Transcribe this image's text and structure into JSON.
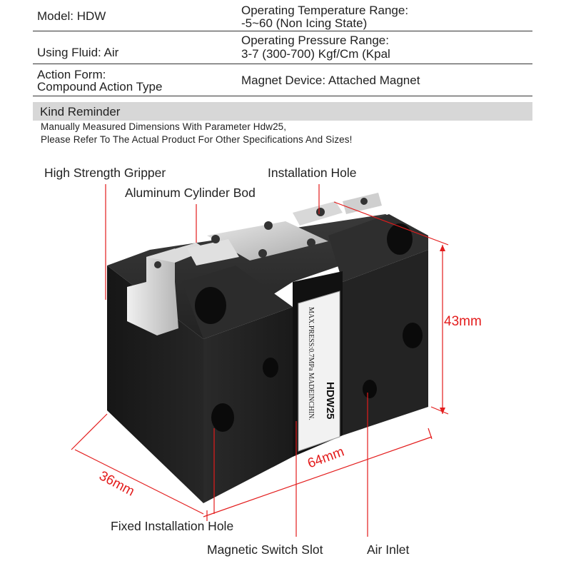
{
  "specs": {
    "model": "Model: HDW",
    "temp_label": "Operating Temperature Range:",
    "temp_value": "-5~60 (Non Icing State)",
    "fluid": "Using Fluid: Air",
    "pressure_label": "Operating Pressure Range:",
    "pressure_value": "3-7 (300-700) Kgf/Cm (Kpal",
    "action_label": "Action Form:",
    "action_value": "Compound Action Type",
    "magnet": "Magnet Device: Attached Magnet"
  },
  "reminder": {
    "title": "Kind Reminder",
    "line1": "Manually Measured Dimensions With Parameter Hdw25,",
    "line2": "Please Refer To The Actual Product For Other Specifications And Sizes!"
  },
  "callouts": {
    "gripper": "High Strength Gripper",
    "body": "Aluminum Cylinder Bod",
    "install_hole": "Installation Hole",
    "fixed_hole": "Fixed Installation Hole",
    "switch_slot": "Magnetic Switch Slot",
    "air_inlet": "Air Inlet"
  },
  "dimensions": {
    "height": "43mm",
    "length": "64mm",
    "width": "36mm"
  },
  "product_label": {
    "model": "HDW25",
    "text": "MAX.PRESS:0.7MPa MADEINCHIN."
  },
  "colors": {
    "dimension": "#e31c1c",
    "body": "#1e1e1e",
    "reminder_bar": "#d7d7d7"
  }
}
